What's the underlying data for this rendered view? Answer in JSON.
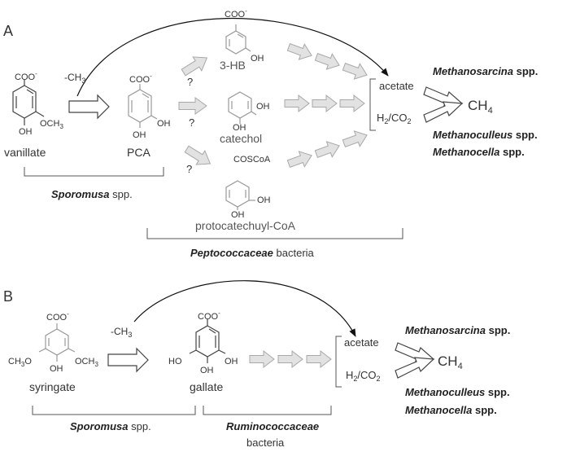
{
  "panel_a": {
    "panel_label": "A",
    "vanillate": {
      "name": "vanillate",
      "carboxylate": "COO",
      "charge": "-",
      "methoxy": "OCH",
      "methoxy_sub": "3",
      "hydroxyl": "OH"
    },
    "demethylation": {
      "label": "-CH",
      "sub": "3"
    },
    "pca": {
      "name": "PCA",
      "carboxylate": "COO",
      "charge": "-",
      "hydroxyl_left": "OH",
      "hydroxyl_right": "OH"
    },
    "question_marks": [
      "?",
      "?",
      "?"
    ],
    "hb3": {
      "name": "3-HB",
      "carboxylate": "COO",
      "charge": "-",
      "hydroxyl": "OH"
    },
    "catechol": {
      "name": "catechol",
      "hydroxyl_left": "OH",
      "hydroxyl_right": "OH"
    },
    "protocatechuyl_coa": {
      "name": "protocatechuyl-CoA",
      "group": "COSCoA",
      "hydroxyl_right": "OH",
      "hydroxyl_bottom": "OH"
    },
    "products": {
      "acetate": "acetate",
      "h2co2_main": "H",
      "h2co2_sub": "2",
      "h2co2_tail": "/CO",
      "h2co2_sub2": "2"
    },
    "methane": {
      "main": "CH",
      "sub": "4"
    },
    "methanogens": [
      {
        "genus": "Methanosarcina",
        "suffix": " spp."
      },
      {
        "genus": "Methanoculleus",
        "suffix": " spp."
      },
      {
        "genus": "Methanocella",
        "suffix": " spp."
      }
    ],
    "sporomusa": {
      "genus": "Sporomusa",
      "suffix": " spp."
    },
    "peptococcaceae": {
      "family": "Peptococcaceae",
      "suffix": " bacteria"
    }
  },
  "panel_b": {
    "panel_label": "B",
    "syringate": {
      "name": "syringate",
      "carboxylate": "COO",
      "charge": "-",
      "methoxy_left": "CH",
      "methoxy_left_sub": "3",
      "methoxy_left_tail": "O",
      "methoxy_right": "OCH",
      "methoxy_right_sub": "3",
      "hydroxyl": "OH"
    },
    "demethylation": {
      "label": "-CH",
      "sub": "3"
    },
    "gallate": {
      "name": "gallate",
      "carboxylate": "COO",
      "charge": "-",
      "hydroxyl_left": "HO",
      "hydroxyl_right": "OH",
      "hydroxyl_bottom": "OH"
    },
    "products": {
      "acetate": "acetate",
      "h2co2_main": "H",
      "h2co2_sub": "2",
      "h2co2_tail": "/CO",
      "h2co2_sub2": "2"
    },
    "methane": {
      "main": "CH",
      "sub": "4"
    },
    "methanogens": [
      {
        "genus": "Methanosarcina",
        "suffix": " spp."
      },
      {
        "genus": "Methanoculleus",
        "suffix": " spp."
      },
      {
        "genus": "Methanocella",
        "suffix": " spp."
      }
    ],
    "sporomusa": {
      "genus": "Sporomusa",
      "suffix": " spp."
    },
    "ruminococcaceae": {
      "family": "Ruminococcaceae",
      "suffix": "bacteria"
    }
  }
}
